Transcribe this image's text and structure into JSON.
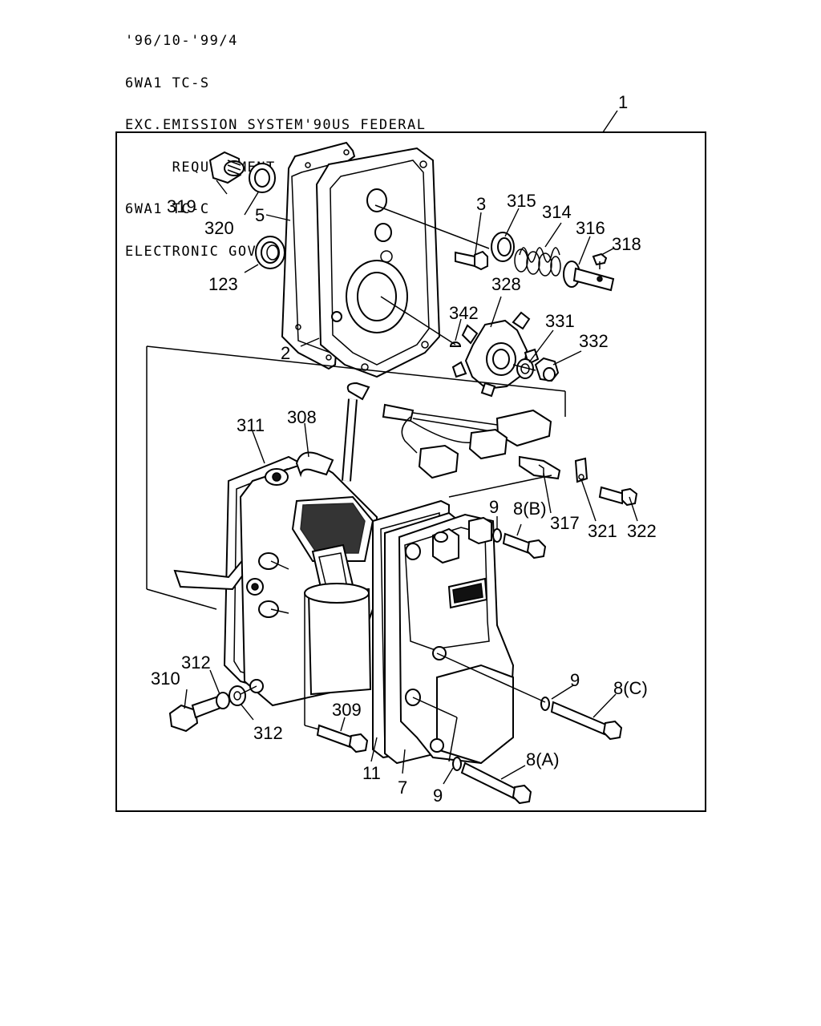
{
  "header": {
    "lines": [
      "'96/10-'99/4",
      "6WA1 TC-S",
      "EXC.EMISSION SYSTEM'90US FEDERAL",
      "     REQUIREMENT",
      "6WA1 TC-C",
      "ELECTRONIC GOV"
    ]
  },
  "callouts": {
    "c1": "1",
    "c319": "319",
    "c320": "320",
    "c5": "5",
    "c123": "123",
    "c3": "3",
    "c315": "315",
    "c314": "314",
    "c316": "316",
    "c318": "318",
    "c342": "342",
    "c328": "328",
    "c331": "331",
    "c332": "332",
    "c2": "2",
    "c311": "311",
    "c308": "308",
    "c9a": "9",
    "c8b": "8(B)",
    "c317": "317",
    "c321": "321",
    "c322": "322",
    "c312a": "312",
    "c310": "310",
    "c312b": "312",
    "c309": "309",
    "c11": "11",
    "c7": "7",
    "c9b": "9",
    "c8c": "8(C)",
    "c9c": "9",
    "c8a": "8(A)"
  }
}
